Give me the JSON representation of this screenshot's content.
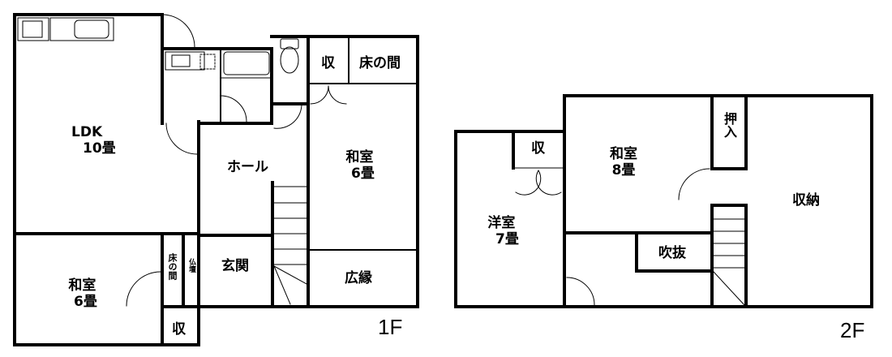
{
  "floors": [
    {
      "id": "1F",
      "label": "1F",
      "rooms": {
        "ldk": {
          "name": "LDK",
          "size": "10畳"
        },
        "hall": {
          "name": "ホール"
        },
        "washitsu_a": {
          "name": "和室",
          "size": "6畳"
        },
        "closet_a": {
          "name": "収"
        },
        "tokonoma_a": {
          "name": "床の間"
        },
        "washitsu_b": {
          "name": "和室",
          "size": "6畳"
        },
        "tokonoma_b": {
          "name": "床の間"
        },
        "butsudan": {
          "name": "仏壇"
        },
        "closet_b": {
          "name": "収"
        },
        "genkan": {
          "name": "玄関"
        },
        "hiroen": {
          "name": "広縁"
        }
      }
    },
    {
      "id": "2F",
      "label": "2F",
      "rooms": {
        "yoshitsu": {
          "name": "洋室",
          "size": "7畳"
        },
        "closet_c": {
          "name": "収"
        },
        "washitsu_c": {
          "name": "和室",
          "size": "8畳"
        },
        "oshiire": {
          "name": "押入"
        },
        "storage": {
          "name": "収納"
        },
        "fukinuke": {
          "name": "吹抜"
        }
      }
    }
  ],
  "colors": {
    "wall": "#000000",
    "background": "#ffffff"
  }
}
